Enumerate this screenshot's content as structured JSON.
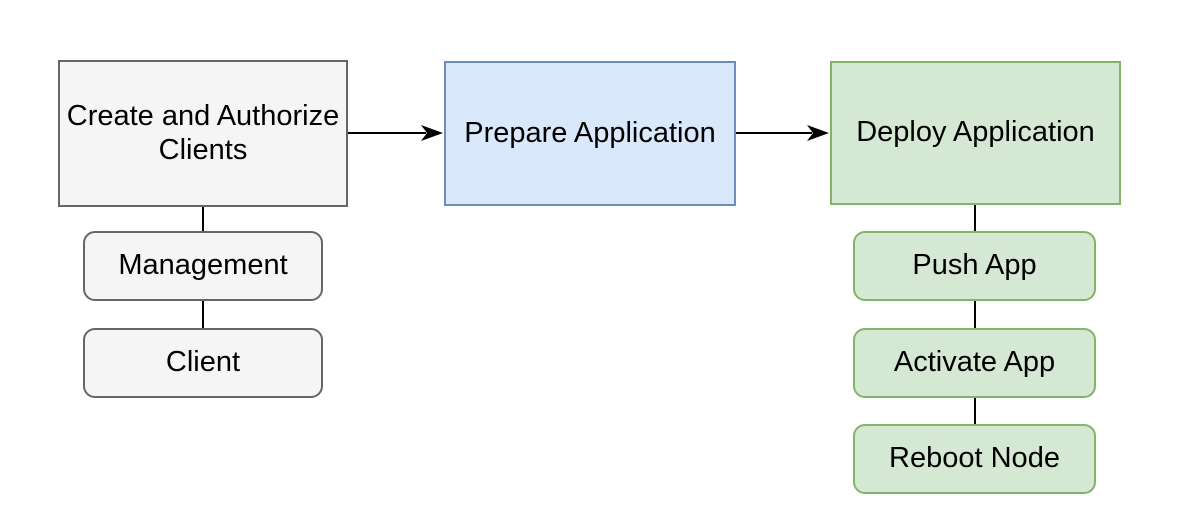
{
  "diagram": {
    "type": "flowchart",
    "background": "#ffffff",
    "nodes": {
      "create": {
        "label": "Create and Authorize Clients",
        "shape": "rectangle",
        "fill": "#f5f5f5",
        "border": "#666666"
      },
      "prepare": {
        "label": "Prepare Application",
        "shape": "rectangle",
        "fill": "#dae8fc",
        "border": "#6c8ebf"
      },
      "deploy": {
        "label": "Deploy Application",
        "shape": "rectangle",
        "fill": "#d5e8d4",
        "border": "#82b366"
      },
      "management": {
        "label": "Management",
        "shape": "rounded-rectangle",
        "fill": "#f5f5f5",
        "border": "#666666"
      },
      "client": {
        "label": "Client",
        "shape": "rounded-rectangle",
        "fill": "#f5f5f5",
        "border": "#666666"
      },
      "push": {
        "label": "Push App",
        "shape": "rounded-rectangle",
        "fill": "#d5e8d4",
        "border": "#82b366"
      },
      "activate": {
        "label": "Activate App",
        "shape": "rounded-rectangle",
        "fill": "#d5e8d4",
        "border": "#82b366"
      },
      "reboot": {
        "label": "Reboot Node",
        "shape": "rounded-rectangle",
        "fill": "#d5e8d4",
        "border": "#82b366"
      }
    },
    "edges": [
      {
        "from": "create",
        "to": "prepare",
        "style": "arrow-right"
      },
      {
        "from": "prepare",
        "to": "deploy",
        "style": "arrow-right"
      },
      {
        "from": "create",
        "to": "management",
        "style": "line-down"
      },
      {
        "from": "management",
        "to": "client",
        "style": "line-down"
      },
      {
        "from": "deploy",
        "to": "push",
        "style": "line-down"
      },
      {
        "from": "push",
        "to": "activate",
        "style": "line-down"
      },
      {
        "from": "activate",
        "to": "reboot",
        "style": "line-down"
      }
    ],
    "connector_color": "#000000",
    "text_color": "#000000"
  }
}
